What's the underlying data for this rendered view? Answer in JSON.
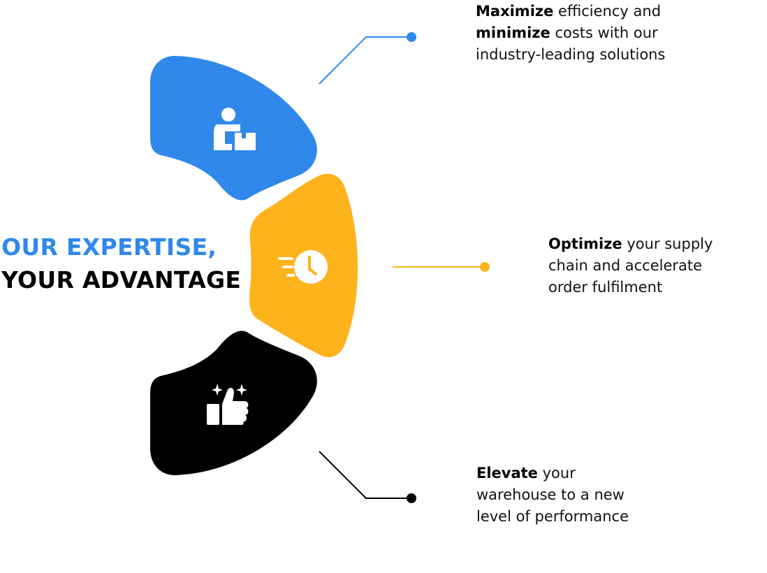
{
  "headline": {
    "line1": "OUR EXPERTISE,",
    "line2": "YOUR ADVANTAGE"
  },
  "colors": {
    "blue": "#2f88ea",
    "yellow": "#fdb31b",
    "black": "#000000",
    "text": "#111111"
  },
  "items": [
    {
      "icon": "worker-with-box-icon",
      "color": "#2f88ea",
      "caption_lines": [
        {
          "bold": "Maximize",
          "rest": " efficiency and"
        },
        {
          "bold": "minimize",
          "rest": " costs with our"
        },
        {
          "bold": "",
          "rest": "industry-leading solutions"
        }
      ]
    },
    {
      "icon": "fast-clock-icon",
      "color": "#fdb31b",
      "caption_lines": [
        {
          "bold": "Optimize",
          "rest": " your supply"
        },
        {
          "bold": "",
          "rest": "chain and accelerate"
        },
        {
          "bold": "",
          "rest": "order fulfilment"
        }
      ]
    },
    {
      "icon": "thumbs-up-sparkle-icon",
      "color": "#000000",
      "caption_lines": [
        {
          "bold": "Elevate",
          "rest": " your"
        },
        {
          "bold": "",
          "rest": "warehouse to a new"
        },
        {
          "bold": "",
          "rest": "level of performance"
        }
      ]
    }
  ]
}
